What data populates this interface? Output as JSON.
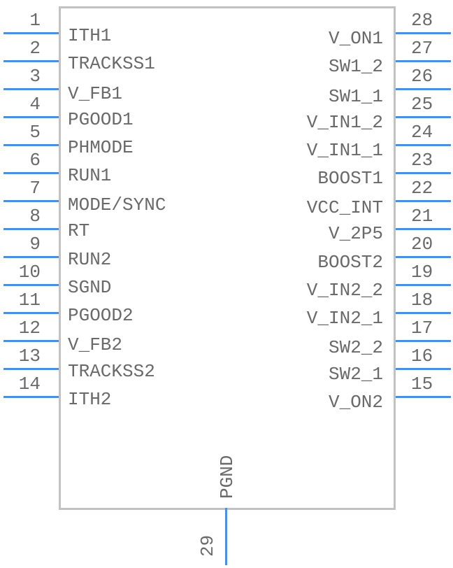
{
  "left_pins": [
    {
      "num": "1",
      "label": "ITH1"
    },
    {
      "num": "2",
      "label": "TRACKSS1"
    },
    {
      "num": "3",
      "label": "V_FB1"
    },
    {
      "num": "4",
      "label": "PGOOD1"
    },
    {
      "num": "5",
      "label": "PHMODE"
    },
    {
      "num": "6",
      "label": "RUN1"
    },
    {
      "num": "7",
      "label": "MODE/SYNC"
    },
    {
      "num": "8",
      "label": "RT"
    },
    {
      "num": "9",
      "label": "RUN2"
    },
    {
      "num": "10",
      "label": "SGND"
    },
    {
      "num": "11",
      "label": "PGOOD2"
    },
    {
      "num": "12",
      "label": "V_FB2"
    },
    {
      "num": "13",
      "label": "TRACKSS2"
    },
    {
      "num": "14",
      "label": "ITH2"
    }
  ],
  "right_pins": [
    {
      "num": "28",
      "label": "V_ON1"
    },
    {
      "num": "27",
      "label": "SW1_2"
    },
    {
      "num": "26",
      "label": "SW1_1"
    },
    {
      "num": "25",
      "label": "V_IN1_2"
    },
    {
      "num": "24",
      "label": "V_IN1_1"
    },
    {
      "num": "23",
      "label": "BOOST1"
    },
    {
      "num": "22",
      "label": "VCC_INT"
    },
    {
      "num": "21",
      "label": "V_2P5"
    },
    {
      "num": "20",
      "label": "BOOST2"
    },
    {
      "num": "19",
      "label": "V_IN2_2"
    },
    {
      "num": "18",
      "label": "V_IN2_1"
    },
    {
      "num": "17",
      "label": "SW2_2"
    },
    {
      "num": "16",
      "label": "SW2_1"
    },
    {
      "num": "15",
      "label": "V_ON2"
    }
  ],
  "bottom_pin": {
    "num": "29",
    "label": "PGND"
  },
  "colors": {
    "pin": "#4a8fe0",
    "body": "#c2c2c2",
    "text": "#6a6a6a"
  }
}
